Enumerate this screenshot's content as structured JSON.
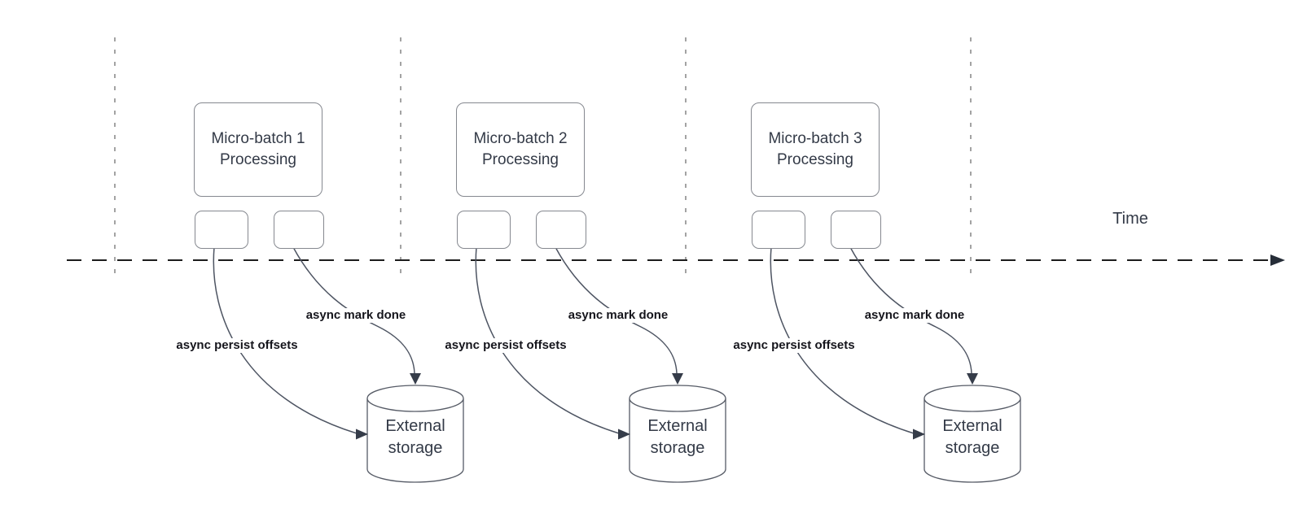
{
  "time_axis": {
    "label": "Time"
  },
  "sections": [
    {
      "title_line1": "Micro-batch 1",
      "title_line2": "Processing",
      "persist_label": "async persist offsets",
      "done_label": "async mark done",
      "storage_line1": "External",
      "storage_line2": "storage"
    },
    {
      "title_line1": "Micro-batch 2",
      "title_line2": "Processing",
      "persist_label": "async persist offsets",
      "done_label": "async mark done",
      "storage_line1": "External",
      "storage_line2": "storage"
    },
    {
      "title_line1": "Micro-batch 3",
      "title_line2": "Processing",
      "persist_label": "async persist offsets",
      "done_label": "async mark done",
      "storage_line1": "External",
      "storage_line2": "storage"
    }
  ],
  "colors": {
    "background": "#ffffff",
    "curve_stroke": "#4d5462",
    "arrowhead_fill": "#353c49",
    "box_border": "#85888f",
    "box_text": "#333a47",
    "bold_label_text": "#15151c",
    "gridline": "#a3a3a3",
    "time_axis_line": "#1c1c1c"
  }
}
